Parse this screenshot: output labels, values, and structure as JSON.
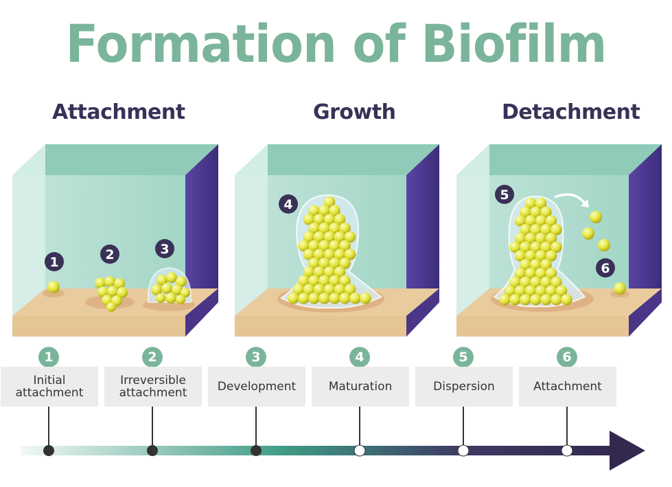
{
  "title": "Formation of Biofilm",
  "phases": [
    "Attachment",
    "Growth",
    "Detachment"
  ],
  "scene_markers": [
    "1",
    "2",
    "3",
    "4",
    "5",
    "6"
  ],
  "steps": [
    {
      "num": "1",
      "label": "Initial attachment"
    },
    {
      "num": "2",
      "label": "Irreversible attachment"
    },
    {
      "num": "3",
      "label": "Development"
    },
    {
      "num": "4",
      "label": "Maturation"
    },
    {
      "num": "5",
      "label": "Dispersion"
    },
    {
      "num": "6",
      "label": "Attachment"
    }
  ],
  "colors": {
    "title": "#7ab59b",
    "phase_text": "#3a3157",
    "water": "#9fd3c3",
    "tank_side": "#4f3b8e",
    "sediment": "#e8c99c",
    "bacteria": "#e4e63a",
    "marker": "#3a3157",
    "step_badge": "#7ab59b",
    "arrow_start": "#e8f2ee",
    "arrow_mid": "#3f9a85",
    "arrow_end": "#33294f"
  }
}
